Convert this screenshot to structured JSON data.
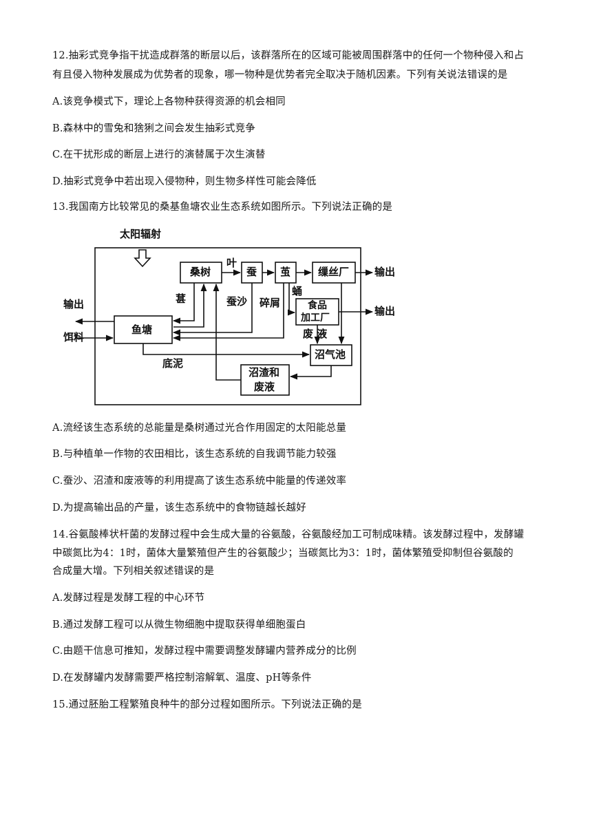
{
  "q12": {
    "stem_line1": "12.抽彩式竞争指干扰造成群落的断层以后，该群落所在的区域可能被周围群落中的任何一个物种侵入和占",
    "stem_line2": "有且侵入物种发展成为优势者的现象，哪一物种是优势者完全取决于随机因素。下列有关说法错误的是",
    "options": [
      "A.该竞争模式下，理论上各物种获得资源的机会相同",
      "B.森林中的雪兔和猞猁之间会发生抽彩式竞争",
      "C.在干扰形成的断层上进行的演替属于次生演替",
      "D.抽彩式竞争中若出现入侵物种，则生物多样性可能会降低"
    ]
  },
  "q13": {
    "stem": "13.我国南方比较常见的桑基鱼塘农业生态系统如图所示。下列说法正确的是",
    "diagram": {
      "sun": "太阳辐射",
      "mulberry": "桑树",
      "leaf": "叶",
      "silkworm": "蚕",
      "cocoon": "茧",
      "silk_factory": "缫丝厂",
      "output1": "输出",
      "pupa": "蛹",
      "food_factory_line1": "食品",
      "food_factory_line2": "加工厂",
      "output2": "输出",
      "output_left": "输出",
      "feed": "饵料",
      "fish_pond": "鱼塘",
      "stalk": "葚",
      "silkworm_feces": "蚕沙",
      "scraps": "碎屑",
      "waste_liquid": "废 液",
      "sludge": "底泥",
      "biogas": "沼气池",
      "residue_line1": "沼渣和",
      "residue_line2": "废液"
    },
    "options": [
      "A.流经该生态系统的总能量是桑树通过光合作用固定的太阳能总量",
      "B.与种植单一作物的农田相比，该生态系统的自我调节能力较强",
      "C.蚕沙、沼渣和废液等的利用提高了该生态系统中能量的传递效率",
      "D.为提高输出品的产量，该生态系统中的食物链越长越好"
    ]
  },
  "q14": {
    "stem_line1": "14.谷氨酸棒状杆菌的发酵过程中会生成大量的谷氨酸，谷氨酸经加工可制成味精。该发酵过程中，发酵罐",
    "stem_line2": "中碳氮比为4：1时，菌体大量繁殖但产生的谷氨酸少；当碳氮比为3：1时，菌体繁殖受抑制但谷氨酸的",
    "stem_line3": "合成量大增。下列相关叙述错误的是",
    "options": [
      "A.发酵过程是发酵工程的中心环节",
      "B.通过发酵工程可以从微生物细胞中提取获得单细胞蛋白",
      "C.由题干信息可推知，发酵过程中需要调整发酵罐内营养成分的比例",
      "D.在发酵罐内发酵需要严格控制溶解氧、温度、pH等条件"
    ]
  },
  "q15": {
    "stem": "15.通过胚胎工程繁殖良种牛的部分过程如图所示。下列说法正确的是"
  }
}
